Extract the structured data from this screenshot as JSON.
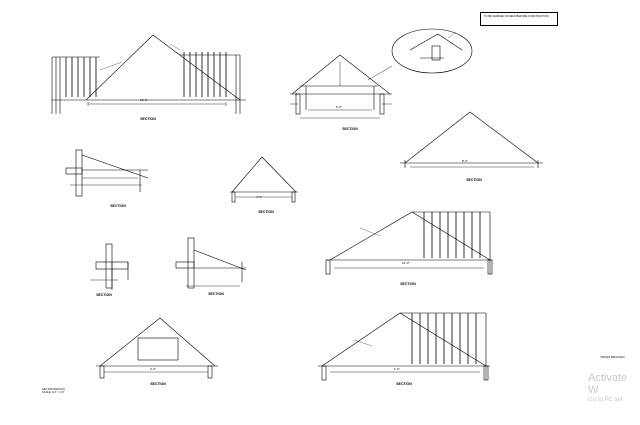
{
  "sheet": {
    "section_label": "SECTION",
    "title_note": "TO BE VERIFIED IN FIELD BEFORE CONSTRUCTION",
    "right_note": "TRUSS BRACING",
    "corner_note": [
      "SECTION DETAILS",
      "SCALE: 1/4\" = 1'-0\""
    ],
    "dimension_labels": [
      "12'-0\"",
      "6'-0\"",
      "8'-0\"",
      "10'-0\"",
      "4'-0\"",
      "2'-0\"",
      "1'-6\""
    ]
  },
  "overlay": {
    "line1": "Activate W",
    "line2": "Go to PC set"
  },
  "colors": {
    "ink": "#000000",
    "paper": "#ffffff",
    "watermark": "#c9c9c9"
  }
}
